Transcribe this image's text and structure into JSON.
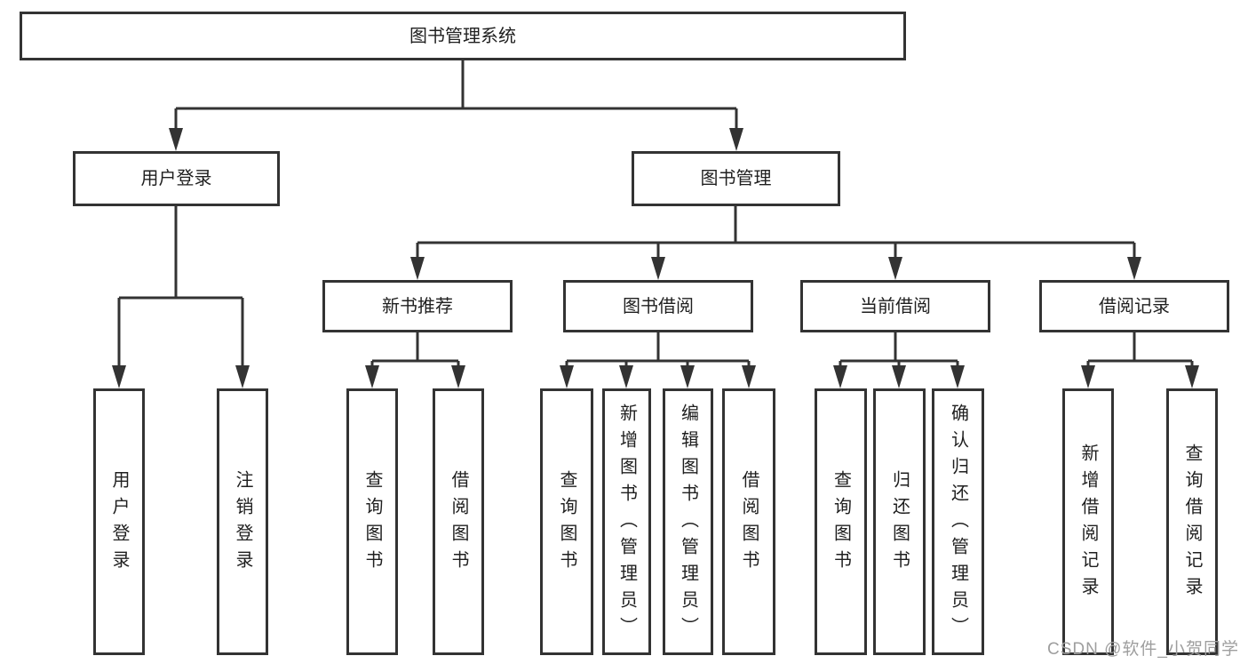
{
  "diagram": {
    "type": "hierarchy-tree",
    "title": "图书管理系统",
    "tree": {
      "label": "图书管理系统",
      "children": [
        {
          "label": "用户登录",
          "children": [
            {
              "label": "用户登录"
            },
            {
              "label": "注销登录"
            }
          ]
        },
        {
          "label": "图书管理",
          "children": [
            {
              "label": "新书推荐",
              "children": [
                {
                  "label": "查询图书"
                },
                {
                  "label": "借阅图书"
                }
              ]
            },
            {
              "label": "图书借阅",
              "children": [
                {
                  "label": "查询图书"
                },
                {
                  "label": "新增图书（管理员）"
                },
                {
                  "label": "编辑图书（管理员）"
                },
                {
                  "label": "借阅图书"
                }
              ]
            },
            {
              "label": "当前借阅",
              "children": [
                {
                  "label": "查询图书"
                },
                {
                  "label": "归还图书"
                },
                {
                  "label": "确认归还（管理员）"
                }
              ]
            },
            {
              "label": "借阅记录",
              "children": [
                {
                  "label": "新增借阅记录"
                },
                {
                  "label": "查询借阅记录"
                }
              ]
            }
          ]
        }
      ]
    }
  },
  "watermark": "CSDN @软件_小贺同学",
  "colors": {
    "line": "#333333",
    "text": "#1f1f1f",
    "watermark": "#9e9e9e",
    "background": "#ffffff"
  }
}
